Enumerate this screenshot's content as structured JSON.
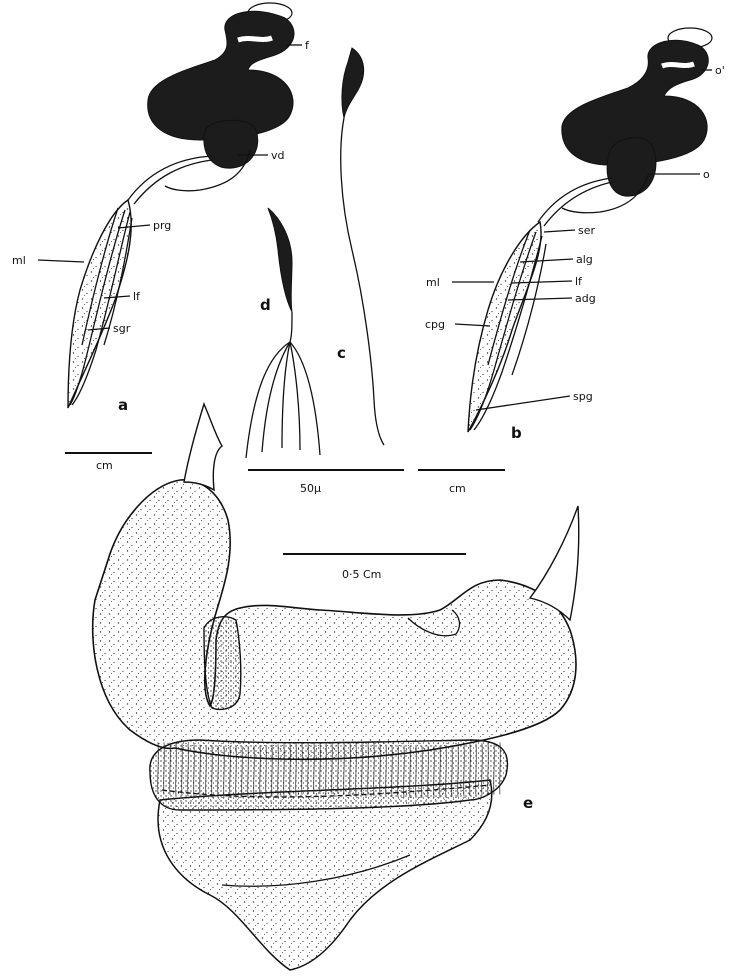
{
  "panels": {
    "a": {
      "letter": "a",
      "labels": {
        "f": "f",
        "vd": "vd",
        "prg": "prg",
        "ml": "ml",
        "lf": "lf",
        "sgr": "sgr"
      },
      "scale_unit": "cm"
    },
    "b": {
      "letter": "b",
      "labels": {
        "o_top": "o'",
        "o": "o",
        "ser": "ser",
        "alg": "alg",
        "ml": "ml",
        "lf": "lf",
        "adg": "adg",
        "cpg": "cpg",
        "spg": "spg"
      },
      "scale_unit": "cm"
    },
    "c": {
      "letter": "c"
    },
    "d": {
      "letter": "d",
      "scale_unit": "50µ"
    },
    "e": {
      "letter": "e",
      "scale_unit": "0·5 Cm"
    }
  }
}
